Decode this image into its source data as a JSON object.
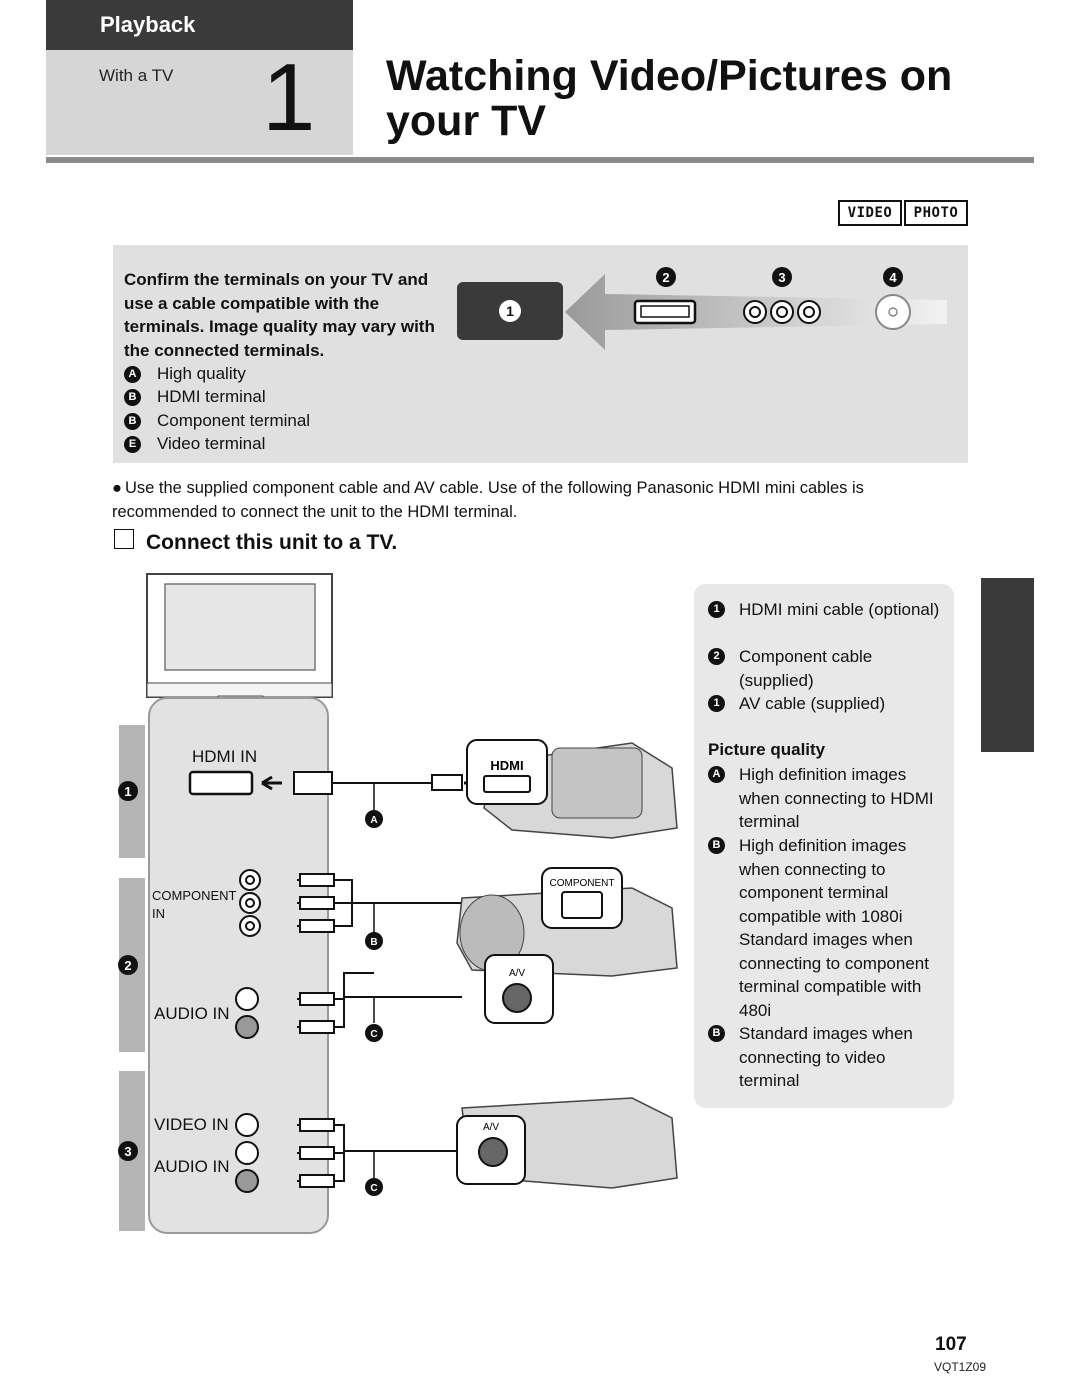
{
  "header": {
    "section": "Playback",
    "subsection": "With a TV",
    "number": "1",
    "title_line1": "Watching Video/Pictures on",
    "title_line2": "your TV"
  },
  "badges": [
    "VIDEO",
    "PHOTO"
  ],
  "panel": {
    "intro": "Confirm the terminals on your TV and use a cable compatible with the terminals. Image quality may vary with the connected terminals.",
    "legend": [
      {
        "mark": "A",
        "text": "High quality"
      },
      {
        "mark": "B",
        "text": "HDMI terminal"
      },
      {
        "mark": "B",
        "text": "Component terminal"
      },
      {
        "mark": "E",
        "text": "Video terminal"
      }
    ],
    "marks": [
      "1",
      "2",
      "3",
      "4"
    ]
  },
  "note": "Use the supplied component cable and AV cable. Use of the following Panasonic HDMI mini cables is recommended to connect the unit to the HDMI terminal.",
  "step": "Connect this unit to a TV.",
  "diagram": {
    "labels": {
      "hdmi_in": "HDMI IN",
      "component": "COMPONENT",
      "component_in": "IN",
      "audio_in": "AUDIO IN",
      "video_in": "VIDEO IN",
      "cam_hdmi": "HDMI",
      "cam_component": "COMPONENT",
      "cam_av": "A/V"
    },
    "cable_marks": [
      "A",
      "B",
      "C",
      "C"
    ],
    "row_marks": [
      "1",
      "2",
      "3"
    ]
  },
  "cables": [
    {
      "mark": "1",
      "text": "HDMI mini cable (optional)"
    },
    {
      "mark": "2",
      "text": "Component cable (supplied)"
    },
    {
      "mark": "1",
      "text": "AV cable (supplied)"
    }
  ],
  "picture_quality": {
    "heading": "Picture quality",
    "items": [
      {
        "mark": "A",
        "text": "High definition images when connecting to HDMI terminal"
      },
      {
        "mark": "B",
        "text": "High definition images when connecting to component terminal compatible with 1080i Standard images when connecting to component terminal compatible with 480i"
      },
      {
        "mark": "B",
        "text": "Standard images when connecting to video terminal"
      }
    ]
  },
  "footer": {
    "page": "107",
    "code": "VQT1Z09"
  },
  "colors": {
    "dark_tab": "#3a3a3a",
    "panel_grey": "#e0e0e0",
    "rule_grey": "#8c8c8c"
  }
}
